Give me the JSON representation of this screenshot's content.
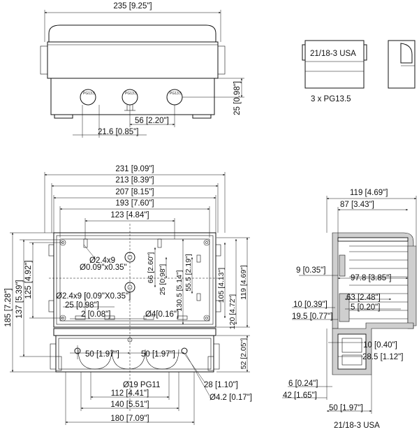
{
  "top_view": {
    "dim_width": "235 [9.25\"]",
    "dim_height": "25 [0.98\"]",
    "dim_gland_spacing": "56 [2.20\"]",
    "dim_gland_offset": "21.6 [0.85\"]",
    "gland_labels": [
      "PG13.5",
      "PG13.5",
      "PG13.5"
    ]
  },
  "insert_detail": {
    "part_label": "21/18-3 USA",
    "caption": "3 x PG13.5"
  },
  "front_view": {
    "dim_231": "231 [9.09\"]",
    "dim_213": "213 [8.39\"]",
    "dim_207": "207 [8.15\"]",
    "dim_193": "193 [7.60\"]",
    "dim_123": "123 [4.84\"]",
    "dim_185": "185 [7.28\"]",
    "dim_137": "137 [5.39\"]",
    "dim_125": "125 [4.92\"]",
    "dim_66": "66 [2.60\"]",
    "dim_25v": "25 [0.98\"]",
    "dim_130_5": "130.5 [5.14\"]",
    "dim_55_5": "55.5 [2.19\"]",
    "dim_105": "105 [4.13\"]",
    "dim_120": "120 [4.72\"]",
    "dim_119v": "119 [4.69\"]",
    "dim_52": "52 [2.05\"]",
    "hole_a_l1": "Ø2.4x9",
    "hole_a_l2": "Ø0.09\"x0.35\"",
    "hole_b": "Ø2.4x9 [0.09\"X0.35\"]",
    "dim_25h": "25 [0.98\"]",
    "dim_2": "2 [0.08\"]",
    "dim_d4": "Ø4[0.16\"]",
    "dim_50a": "50 [1.97\"]",
    "dim_50b": "50 [1.97\"]",
    "dim_d19": "Ø19 PG11",
    "dim_28": "28 [1.10\"]",
    "dim_d4_2": "Ø4.2 [0.17\"]",
    "dim_112": "112 [4.41\"]",
    "dim_140": "140 [5.51\"]",
    "dim_180": "180 [7.09\"]"
  },
  "side_view": {
    "dim_119": "119 [4.69\"]",
    "dim_87": "87 [3.43\"]",
    "dim_9": "9 [0.35\"]",
    "dim_97_8": "97.8 [3.85\"]",
    "dim_63": "63 [2.48\"]",
    "dim_10a": "10 [0.39\"]",
    "dim_5": "5 [0.20\"]",
    "dim_19_5": "19.5 [0.77\"]",
    "dim_10b": "10 [0.40\"]",
    "dim_28_5": "28.5 [1.12\"]",
    "dim_6": "6 [0.24\"]",
    "dim_42": "42 [1.65\"]",
    "dim_50": "50 [1.97\"]",
    "caption": "21/18-3 USA"
  }
}
